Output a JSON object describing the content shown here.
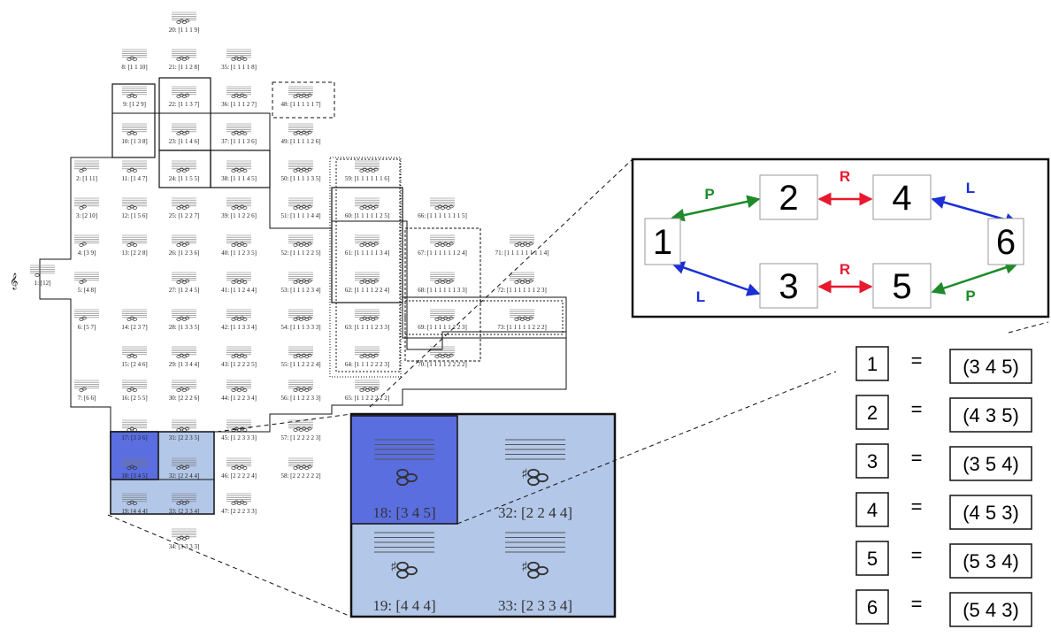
{
  "clef": "𝄞",
  "cells": [
    {
      "id": "c20",
      "label": "20: [1 1 1 9]"
    },
    {
      "id": "c8",
      "label": "8: [1 1 10]"
    },
    {
      "id": "c21",
      "label": "21: [1 1 2 8]"
    },
    {
      "id": "c35",
      "label": "35: [1 1 1 1 8]"
    },
    {
      "id": "c9",
      "label": "9: [1 2 9]"
    },
    {
      "id": "c22",
      "label": "22: [1 1 3 7]"
    },
    {
      "id": "c36",
      "label": "36: [1 1 1 2 7]"
    },
    {
      "id": "c48",
      "label": "48: [1 1 1 1 1 7]"
    },
    {
      "id": "c10",
      "label": "10: [1 3 8]"
    },
    {
      "id": "c23",
      "label": "23: [1 1 4 6]"
    },
    {
      "id": "c37",
      "label": "37: [1 1 1 3 6]"
    },
    {
      "id": "c49",
      "label": "49: [1 1 1 1 2 6]"
    },
    {
      "id": "c2",
      "label": "2: [1 11]"
    },
    {
      "id": "c11",
      "label": "11: [1 4 7]"
    },
    {
      "id": "c24",
      "label": "24: [1 1 5 5]"
    },
    {
      "id": "c38",
      "label": "38: [1 1 1 4 5]"
    },
    {
      "id": "c50",
      "label": "50: [1 1 1 1 3 5]"
    },
    {
      "id": "c59",
      "label": "59: [1 1 1 1 1 1 6]"
    },
    {
      "id": "c3",
      "label": "3: [2 10]"
    },
    {
      "id": "c12",
      "label": "12: [1 5 6]"
    },
    {
      "id": "c25",
      "label": "25: [1 2 2 7]"
    },
    {
      "id": "c39",
      "label": "39: [1 1 2 2 6]"
    },
    {
      "id": "c51",
      "label": "51: [1 1 1 1 4 4]"
    },
    {
      "id": "c60",
      "label": "60: [1 1 1 1 1 2 5]"
    },
    {
      "id": "c66",
      "label": "66: [1 1 1 1 1 1 1 5]"
    },
    {
      "id": "c4",
      "label": "4: [3 9]"
    },
    {
      "id": "c13",
      "label": "13: [2 2 8]"
    },
    {
      "id": "c26",
      "label": "26: [1 2 3 6]"
    },
    {
      "id": "c40",
      "label": "40: [1 1 2 3 5]"
    },
    {
      "id": "c52",
      "label": "52: [1 1 1 2 2 5]"
    },
    {
      "id": "c61",
      "label": "61: [1 1 1 1 1 3 4]"
    },
    {
      "id": "c67",
      "label": "67: [1 1 1 1 1 1 2 4]"
    },
    {
      "id": "c71",
      "label": "71: [1 1 1 1 1 1 1 1 4]"
    },
    {
      "id": "c1",
      "label": "1: [12]"
    },
    {
      "id": "c27",
      "label": "27: [1 2 4 5]"
    },
    {
      "id": "c41",
      "label": "41: [1 1 2 4 4]"
    },
    {
      "id": "c53",
      "label": "53: [1 1 1 2 3 4]"
    },
    {
      "id": "c62",
      "label": "62: [1 1 1 1 2 2 4]"
    },
    {
      "id": "c68",
      "label": "68: [1 1 1 1 1 1 3 3]"
    },
    {
      "id": "c72",
      "label": "72: [1 1 1 1 1 1 2 3]"
    },
    {
      "id": "c5",
      "label": "5: [4 8]"
    },
    {
      "id": "c14",
      "label": "14: [2 3 7]"
    },
    {
      "id": "c28",
      "label": "28: [1 3 3 5]"
    },
    {
      "id": "c42",
      "label": "42: [1 1 3 3 4]"
    },
    {
      "id": "c54",
      "label": "54: [1 1 1 3 3 3]"
    },
    {
      "id": "c63",
      "label": "63: [1 1 1 1 2 3 3]"
    },
    {
      "id": "c69",
      "label": "69: [1 1 1 1 1 2 2 3]"
    },
    {
      "id": "c73",
      "label": "73: [1 1 1 1 1 2 2 2]"
    },
    {
      "id": "c6",
      "label": "6: [5 7]"
    },
    {
      "id": "c15",
      "label": "15: [2 4 6]"
    },
    {
      "id": "c29",
      "label": "29: [1 3 4 4]"
    },
    {
      "id": "c43",
      "label": "43: [1 2 2 2 5]"
    },
    {
      "id": "c55",
      "label": "55: [1 1 2 2 2 4]"
    },
    {
      "id": "c64",
      "label": "64: [1 1 1 2 2 2 3]"
    },
    {
      "id": "c70",
      "label": "70: [1 1 1 1 2 2 2 2]"
    },
    {
      "id": "c7",
      "label": "7: [6 6]"
    },
    {
      "id": "c16",
      "label": "16: [2 5 5]"
    },
    {
      "id": "c30",
      "label": "30: [2 2 2 6]"
    },
    {
      "id": "c44",
      "label": "44: [1 2 2 3 4]"
    },
    {
      "id": "c56",
      "label": "56: [1 1 2 2 3 3]"
    },
    {
      "id": "c65",
      "label": "65: [1 1 2 2 2 2 2]"
    },
    {
      "id": "c17",
      "label": "17: [3 3 6]"
    },
    {
      "id": "c31",
      "label": "31: [2 2 3 5]"
    },
    {
      "id": "c45",
      "label": "45: [1 2 3 3 3]"
    },
    {
      "id": "c57",
      "label": "57: [1 2 2 2 2 3]"
    },
    {
      "id": "c18",
      "label": "18: [3 4 5]"
    },
    {
      "id": "c32",
      "label": "32: [2 2 4 4]"
    },
    {
      "id": "c46",
      "label": "46: [2 2 2 2 4]"
    },
    {
      "id": "c58",
      "label": "58: [2 2 2 2 2 2]"
    },
    {
      "id": "c19",
      "label": "19: [4 4 4]"
    },
    {
      "id": "c33",
      "label": "33: [2 3 3 4]"
    },
    {
      "id": "c47",
      "label": "47: [2 2 2 3 3]"
    },
    {
      "id": "c34",
      "label": "34: [3 3 3 3]"
    }
  ],
  "zoom": {
    "cells": [
      {
        "label": "18: [3 4 5]",
        "accidental": ""
      },
      {
        "label": "32: [2 2 4 4]",
        "accidental": "♯"
      },
      {
        "label": "19: [4 4 4]",
        "accidental": "♯"
      },
      {
        "label": "33: [2 3 3 4]",
        "accidental": "♯"
      }
    ]
  },
  "graph": {
    "nodes": [
      "1",
      "2",
      "3",
      "4",
      "5",
      "6"
    ],
    "edges": [
      {
        "from": "1",
        "to": "2",
        "op": "P",
        "color": "#1f8a2a"
      },
      {
        "from": "2",
        "to": "4",
        "op": "R",
        "color": "#e8182e"
      },
      {
        "from": "4",
        "to": "6",
        "op": "L",
        "color": "#1a2fd6"
      },
      {
        "from": "1",
        "to": "3",
        "op": "L",
        "color": "#1a2fd6"
      },
      {
        "from": "3",
        "to": "5",
        "op": "R",
        "color": "#e8182e"
      },
      {
        "from": "5",
        "to": "6",
        "op": "P",
        "color": "#1f8a2a"
      }
    ]
  },
  "mapping": {
    "equals": "=",
    "rows": [
      {
        "node": "1",
        "value": "(3 4 5)"
      },
      {
        "node": "2",
        "value": "(4 3 5)"
      },
      {
        "node": "3",
        "value": "(3 5 4)"
      },
      {
        "node": "4",
        "value": "(4 5 3)"
      },
      {
        "node": "5",
        "value": "(5 3 4)"
      },
      {
        "node": "6",
        "value": "(5 4 3)"
      }
    ]
  },
  "colors": {
    "highlight_dark": "#5a6ee0",
    "highlight_light": "#b3c7e8",
    "p_color": "#1f8a2a",
    "r_color": "#e8182e",
    "l_color": "#1a2fd6"
  }
}
